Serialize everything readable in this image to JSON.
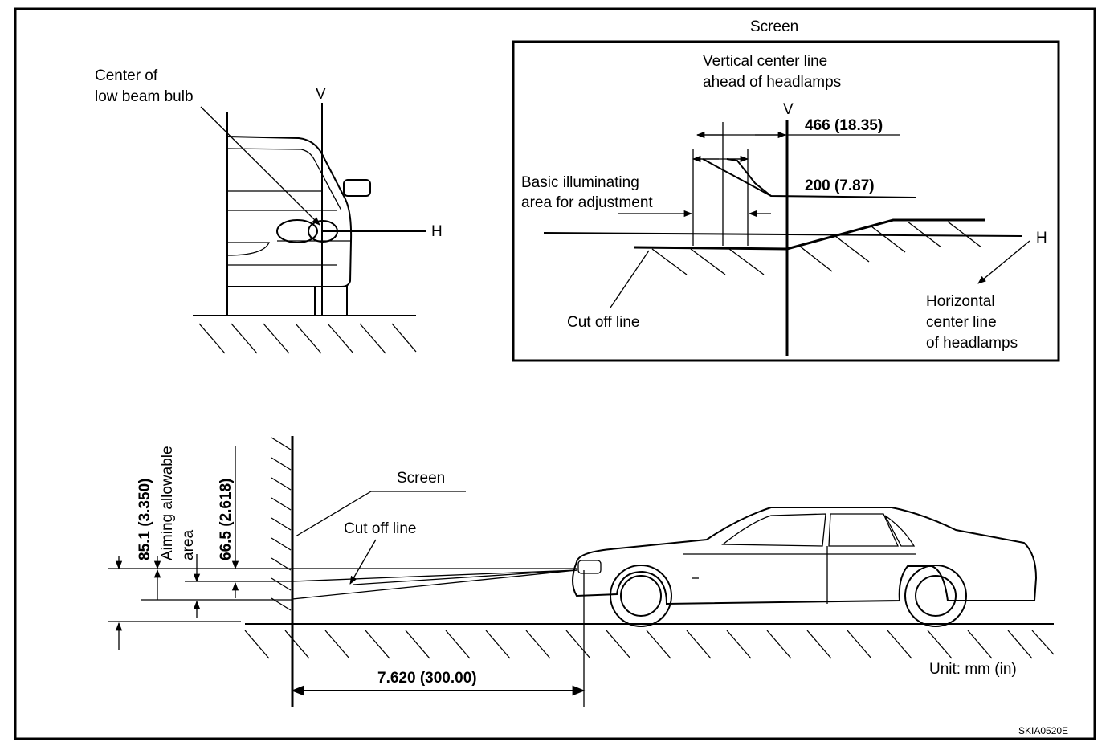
{
  "top_left": {
    "center_bulb_line1": "Center of",
    "center_bulb_line2": "low beam bulb",
    "v_label": "V",
    "h_label": "H"
  },
  "screen_box": {
    "title": "Screen",
    "vertical_center_line1": "Vertical center line",
    "vertical_center_line2": "ahead of headlamps",
    "v_label": "V",
    "dim_466": "466 (18.35)",
    "dim_200": "200 (7.87)",
    "basic_area_line1": "Basic illuminating",
    "basic_area_line2": "area for adjustment",
    "h_label": "H",
    "cut_off_line": "Cut off line",
    "horizontal_center_line1": "Horizontal",
    "horizontal_center_line2": "center line",
    "horizontal_center_line3": "of headlamps"
  },
  "side_view": {
    "dim_851": "85.1 (3.350)",
    "aiming_line1": "Aiming allowable",
    "aiming_line2": "area",
    "dim_665": "66.5 (2.618)",
    "screen_label": "Screen",
    "cut_off_line": "Cut off line",
    "distance": "7.620 (300.00)"
  },
  "unit": "Unit: mm (in)",
  "figure_code": "SKIA0520E"
}
